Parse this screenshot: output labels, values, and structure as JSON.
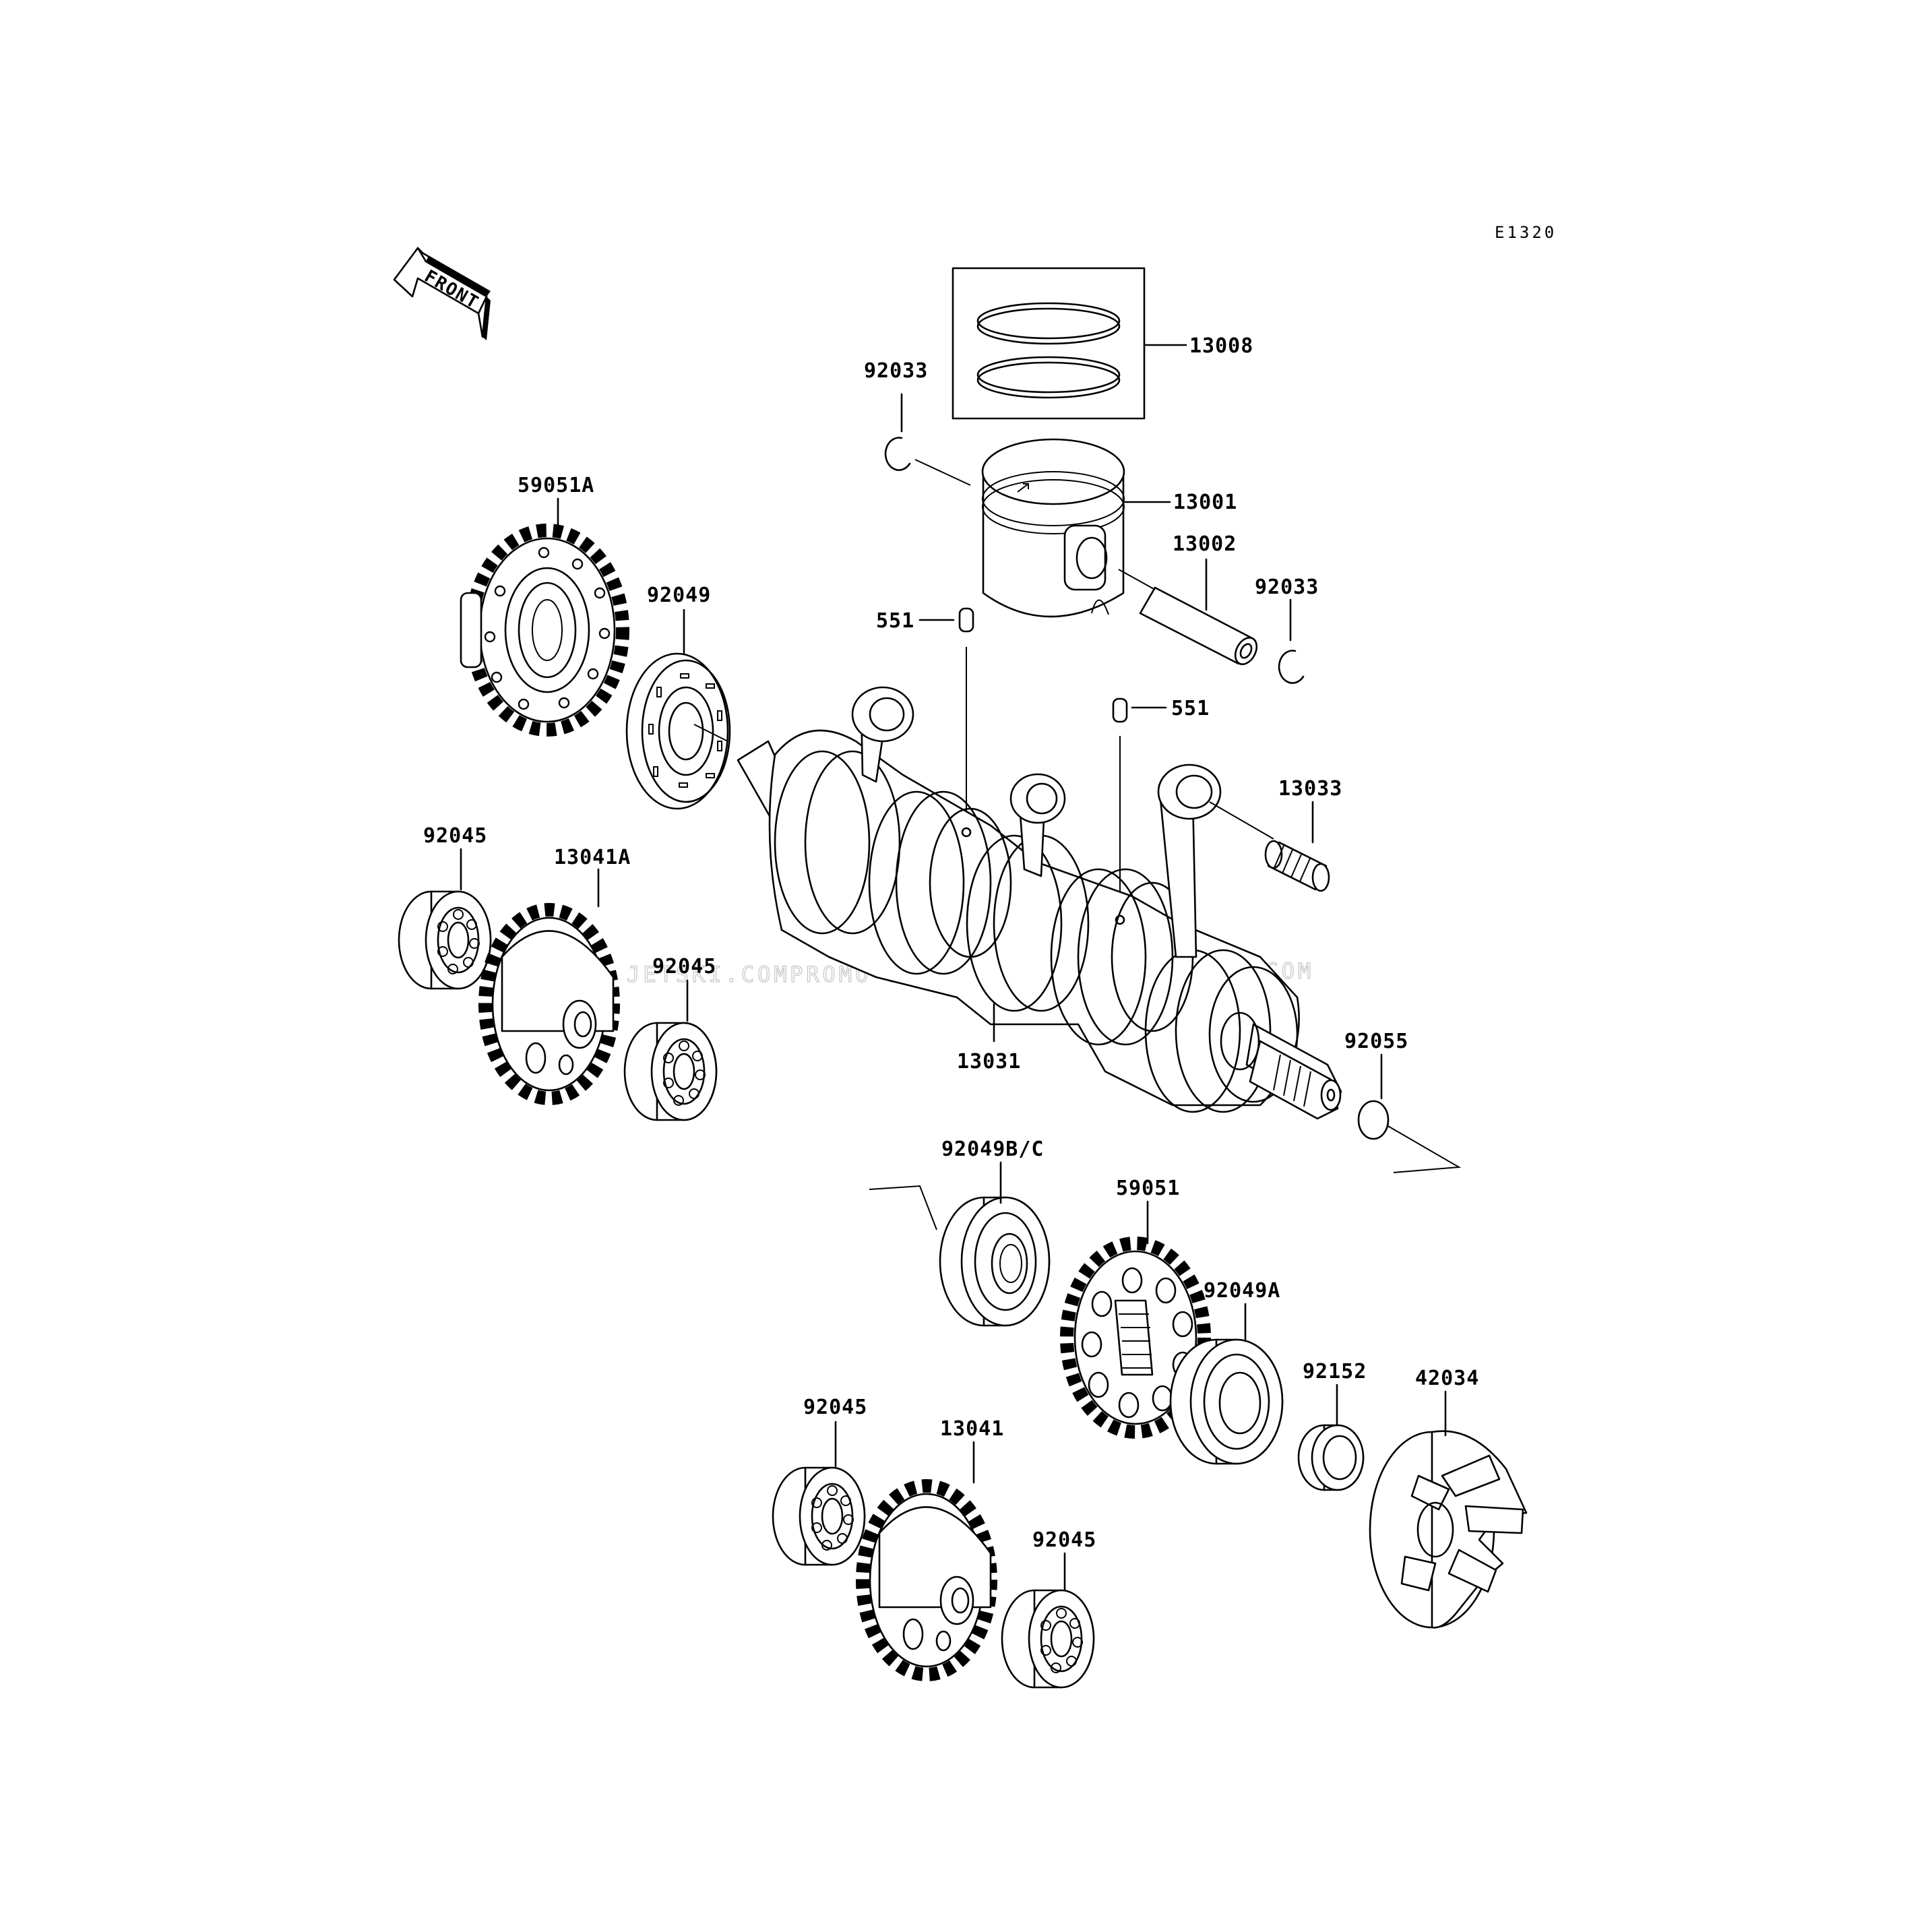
{
  "diagram_code": "E1320",
  "front_label": "FRONT",
  "watermark": [
    "JETSKI.COM",
    "PROMO-JETSKI.COM",
    "PROMO-JETSKI.COM"
  ],
  "parts": [
    {
      "id": "p13008",
      "label": "13008"
    },
    {
      "id": "p92033a",
      "label": "92033"
    },
    {
      "id": "p13001",
      "label": "13001"
    },
    {
      "id": "p13002",
      "label": "13002"
    },
    {
      "id": "p92033b",
      "label": "92033"
    },
    {
      "id": "p59051a",
      "label": "59051A"
    },
    {
      "id": "p92049",
      "label": "92049"
    },
    {
      "id": "p551a",
      "label": "551"
    },
    {
      "id": "p551b",
      "label": "551"
    },
    {
      "id": "p13033",
      "label": "13033"
    },
    {
      "id": "p92045a",
      "label": "92045"
    },
    {
      "id": "p13041a",
      "label": "13041A"
    },
    {
      "id": "p92045b",
      "label": "92045"
    },
    {
      "id": "p13031",
      "label": "13031"
    },
    {
      "id": "p92055",
      "label": "92055"
    },
    {
      "id": "p92049bc",
      "label": "92049B/C"
    },
    {
      "id": "p59051",
      "label": "59051"
    },
    {
      "id": "p92049a",
      "label": "92049A"
    },
    {
      "id": "p92152",
      "label": "92152"
    },
    {
      "id": "p42034",
      "label": "42034"
    },
    {
      "id": "p92045c",
      "label": "92045"
    },
    {
      "id": "p13041",
      "label": "13041"
    },
    {
      "id": "p92045d",
      "label": "92045"
    }
  ]
}
